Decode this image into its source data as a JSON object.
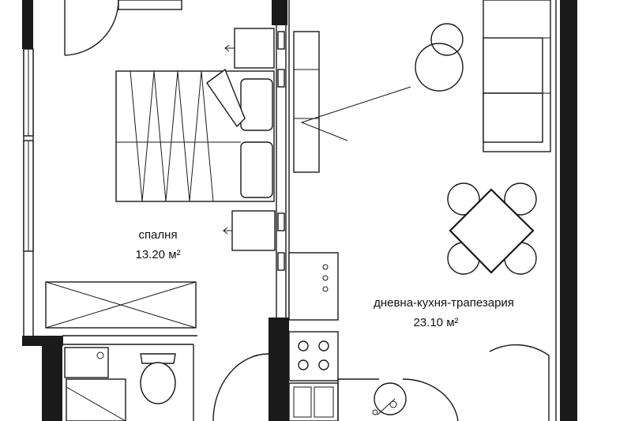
{
  "rooms": [
    {
      "name": "спалня",
      "area": "13.20 м²"
    },
    {
      "name": "дневна-кухня-трапезария",
      "area": "23.10 м²"
    }
  ],
  "colors": {
    "wall": "#1a1a1a",
    "line": "#1a1a1a",
    "background": "#ffffff"
  }
}
